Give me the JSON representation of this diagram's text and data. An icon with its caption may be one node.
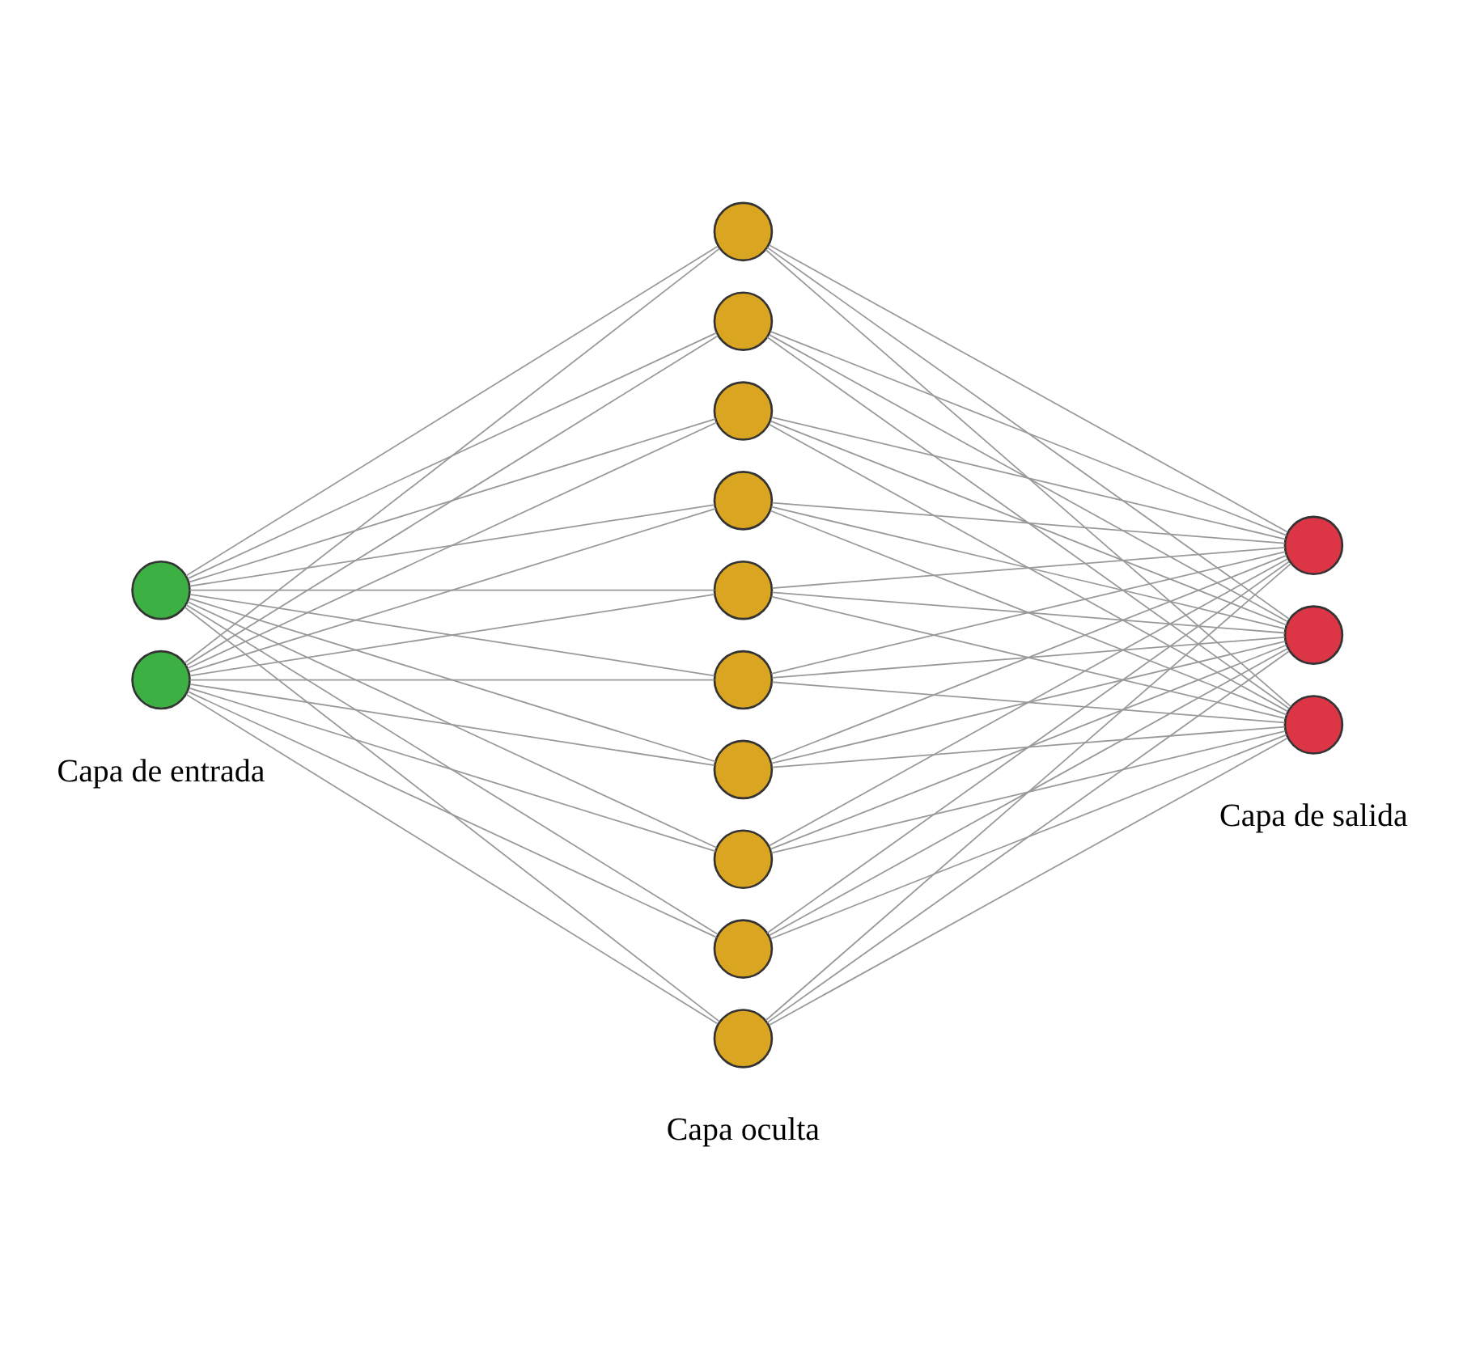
{
  "diagram": {
    "nodes": [
      {
        "text": [],
        "shape": "circle"
      },
      {
        "text": [],
        "shape": "circle"
      },
      {
        "text": [],
        "shape": "circle"
      },
      {
        "text": [],
        "shape": "circle"
      },
      {
        "text": [],
        "shape": "circle"
      },
      {
        "text": [],
        "shape": "circle"
      },
      {
        "text": [],
        "shape": "circle"
      },
      {
        "text": [],
        "shape": "circle"
      },
      {
        "text": [],
        "shape": "circle"
      },
      {
        "text": [],
        "shape": "circle"
      },
      {
        "text": [],
        "shape": "circle"
      },
      {
        "text": [],
        "shape": "circle"
      },
      {
        "text": [],
        "shape": "circle"
      },
      {
        "text": [],
        "shape": "circle"
      },
      {
        "text": [],
        "shape": "circle"
      }
    ],
    "edges": [
      {
        "from": 0,
        "to": 2,
        "arrow": "none"
      },
      {
        "from": 0,
        "to": 3,
        "arrow": "none"
      },
      {
        "from": 0,
        "to": 4,
        "arrow": "none"
      },
      {
        "from": 0,
        "to": 5,
        "arrow": "none"
      },
      {
        "from": 0,
        "to": 6,
        "arrow": "none"
      },
      {
        "from": 0,
        "to": 7,
        "arrow": "none"
      },
      {
        "from": 0,
        "to": 8,
        "arrow": "none"
      },
      {
        "from": 0,
        "to": 9,
        "arrow": "none"
      },
      {
        "from": 0,
        "to": 10,
        "arrow": "none"
      },
      {
        "from": 0,
        "to": 11,
        "arrow": "none"
      },
      {
        "from": 1,
        "to": 2,
        "arrow": "none"
      },
      {
        "from": 1,
        "to": 3,
        "arrow": "none"
      },
      {
        "from": 1,
        "to": 4,
        "arrow": "none"
      },
      {
        "from": 1,
        "to": 5,
        "arrow": "none"
      },
      {
        "from": 1,
        "to": 6,
        "arrow": "none"
      },
      {
        "from": 1,
        "to": 7,
        "arrow": "none"
      },
      {
        "from": 1,
        "to": 8,
        "arrow": "none"
      },
      {
        "from": 1,
        "to": 9,
        "arrow": "none"
      },
      {
        "from": 1,
        "to": 10,
        "arrow": "none"
      },
      {
        "from": 1,
        "to": 11,
        "arrow": "none"
      },
      {
        "from": 2,
        "to": 12,
        "arrow": "none"
      },
      {
        "from": 2,
        "to": 13,
        "arrow": "none"
      },
      {
        "from": 2,
        "to": 14,
        "arrow": "none"
      },
      {
        "from": 3,
        "to": 12,
        "arrow": "none"
      },
      {
        "from": 3,
        "to": 13,
        "arrow": "none"
      },
      {
        "from": 3,
        "to": 14,
        "arrow": "none"
      },
      {
        "from": 4,
        "to": 12,
        "arrow": "none"
      },
      {
        "from": 4,
        "to": 13,
        "arrow": "none"
      },
      {
        "from": 4,
        "to": 14,
        "arrow": "none"
      },
      {
        "from": 5,
        "to": 12,
        "arrow": "none"
      },
      {
        "from": 5,
        "to": 13,
        "arrow": "none"
      },
      {
        "from": 5,
        "to": 14,
        "arrow": "none"
      },
      {
        "from": 6,
        "to": 12,
        "arrow": "none"
      },
      {
        "from": 6,
        "to": 13,
        "arrow": "none"
      },
      {
        "from": 6,
        "to": 14,
        "arrow": "none"
      },
      {
        "from": 7,
        "to": 12,
        "arrow": "none"
      },
      {
        "from": 7,
        "to": 13,
        "arrow": "none"
      },
      {
        "from": 7,
        "to": 14,
        "arrow": "none"
      },
      {
        "from": 8,
        "to": 12,
        "arrow": "none"
      },
      {
        "from": 8,
        "to": 13,
        "arrow": "none"
      },
      {
        "from": 8,
        "to": 14,
        "arrow": "none"
      },
      {
        "from": 9,
        "to": 12,
        "arrow": "none"
      },
      {
        "from": 9,
        "to": 13,
        "arrow": "none"
      },
      {
        "from": 9,
        "to": 14,
        "arrow": "none"
      },
      {
        "from": 10,
        "to": 12,
        "arrow": "none"
      },
      {
        "from": 10,
        "to": 13,
        "arrow": "none"
      },
      {
        "from": 10,
        "to": 14,
        "arrow": "none"
      },
      {
        "from": 11,
        "to": 12,
        "arrow": "none"
      },
      {
        "from": 11,
        "to": 13,
        "arrow": "none"
      },
      {
        "from": 11,
        "to": 14,
        "arrow": "none"
      }
    ],
    "labels": [
      "Capa de entrada",
      "Capa oculta",
      "Capa de salida"
    ]
  }
}
